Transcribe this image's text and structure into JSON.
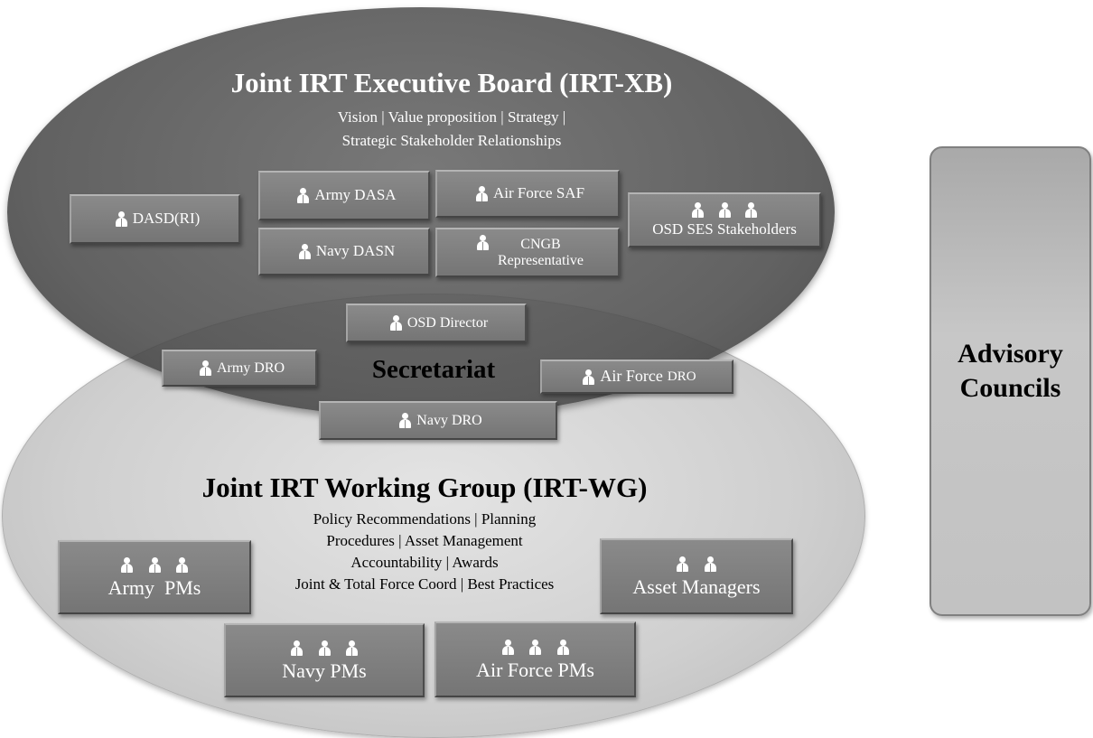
{
  "executive_board": {
    "title": "Joint IRT Executive Board (IRT-XB)",
    "subtitle_line1": "Vision | Value proposition | Strategy |",
    "subtitle_line2": "Strategic Stakeholder Relationships",
    "members": {
      "dasd_ri": "DASD(RI)",
      "army_dasa": "Army DASA",
      "air_force_saf": "Air Force SAF",
      "navy_dasn": "Navy DASN",
      "cngb_line1": "CNGB",
      "cngb_line2": "Representative",
      "osd_ses": "OSD SES Stakeholders"
    }
  },
  "secretariat": {
    "title": "Secretariat",
    "members": {
      "osd_director": "OSD Director",
      "army_dro": "Army DRO",
      "air_force_dro_a": "Air Force",
      "air_force_dro_b": "DRO",
      "navy_dro": "Navy DRO"
    }
  },
  "working_group": {
    "title": "Joint IRT Working Group (IRT-WG)",
    "subtitle_line1": "Policy Recommendations | Planning",
    "subtitle_line2": "Procedures | Asset Management",
    "subtitle_line3": "Accountability | Awards",
    "subtitle_line4": "Joint & Total Force Coord | Best Practices",
    "members": {
      "army_pms": "Army  PMs",
      "navy_pms": "Navy PMs",
      "air_force_pms": "Air Force PMs",
      "asset_managers": "Asset Managers"
    }
  },
  "advisory": {
    "line1": "Advisory",
    "line2": "Councils"
  },
  "icons": {
    "person": "person-icon"
  },
  "colors": {
    "executive_board_fill": "#5a5a5a",
    "working_group_fill": "#d4d4d4",
    "box_fill": "#808080",
    "advisory_fill": "#c4c4c4"
  }
}
